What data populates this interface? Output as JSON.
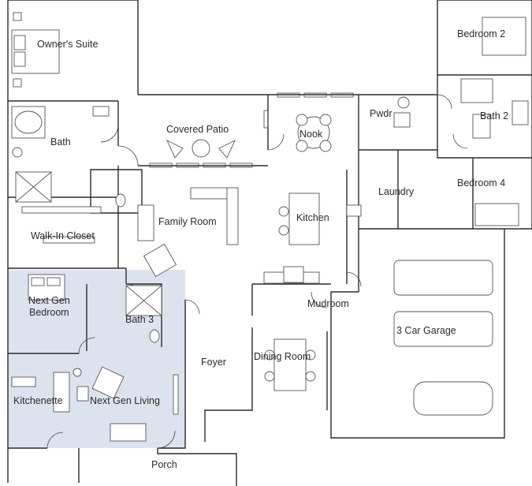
{
  "colors": {
    "next_gen_highlight": "#dde3ee",
    "wall": "#2b2b2b",
    "background": "#ffffff"
  },
  "rooms": {
    "owners_suite": "Owner's Suite",
    "bath": "Bath",
    "covered_patio": "Covered Patio",
    "nook": "Nook",
    "pwdr": "Pwdr",
    "bath_2": "Bath 2",
    "bedroom_2": "Bedroom 2",
    "laundry": "Laundry",
    "bedroom_4": "Bedroom 4",
    "family_room": "Family Room",
    "kitchen": "Kitchen",
    "walk_in_closet": "Walk-In Closet",
    "next_gen_bedroom_line1": "Next Gen",
    "next_gen_bedroom_line2": "Bedroom",
    "bath_3": "Bath 3",
    "mudroom": "Mudroom",
    "three_car_garage": "3 Car Garage",
    "foyer": "Foyer",
    "dining_room": "Dining Room",
    "kitchenette": "Kitchenette",
    "next_gen_living": "Next Gen Living",
    "porch": "Porch"
  }
}
